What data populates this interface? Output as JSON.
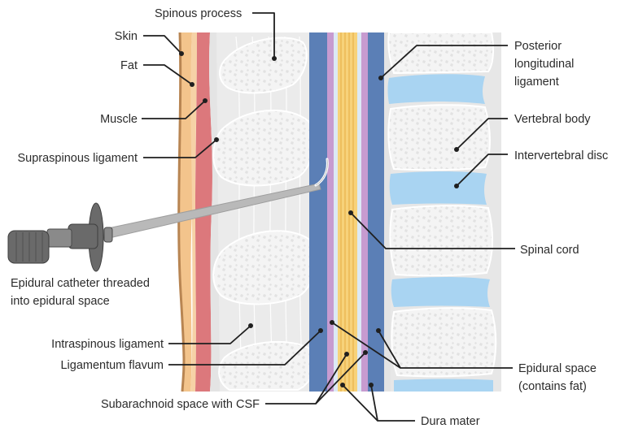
{
  "labels": {
    "spinous_process": "Spinous process",
    "skin": "Skin",
    "fat": "Fat",
    "muscle": "Muscle",
    "supraspinous_ligament": "Supraspinous ligament",
    "epidural_catheter_line1": "Epidural catheter threaded",
    "epidural_catheter_line2": "into epidural space",
    "interspinous_ligament": "Intraspinous ligament",
    "ligamentum_flavum": "Ligamentum flavum",
    "subarachnoid_space": "Subarachnoid space with CSF",
    "posterior_longitudinal_line1": "Posterior",
    "posterior_longitudinal_line2": "longitudinal",
    "posterior_longitudinal_line3": "ligament",
    "vertebral_body": "Vertebral body",
    "intervertebral_disc": "Intervertebral disc",
    "spinal_cord": "Spinal cord",
    "epidural_space_line1": "Epidural space",
    "epidural_space_line2": "(contains fat)",
    "dura_mater": "Dura mater"
  },
  "colors": {
    "skin": "#f3c48c",
    "skin_edge": "#b88552",
    "muscle": "#dc787c",
    "bone": "#f2f2f2",
    "dura": "#5b7fb6",
    "arachnoid": "#c79bd0",
    "csf": "#dce9f5",
    "cord": "#f7d27a",
    "disc": "#a9d4f2",
    "needle": "#b9b9b9",
    "hub": "#6a6a6a"
  }
}
